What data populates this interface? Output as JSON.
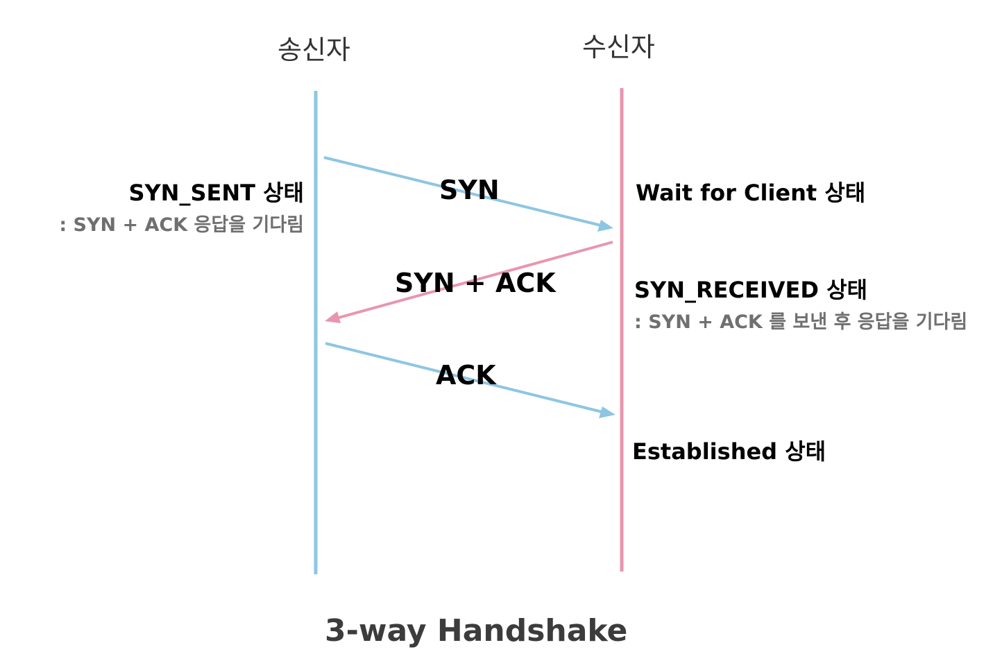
{
  "colors": {
    "sender": "#8dc6e1",
    "receiver": "#e896ae",
    "text": "#000000",
    "note": "#6f6f6f",
    "caption": "#3c3c3c"
  },
  "participants": {
    "sender": "송신자",
    "receiver": "수신자"
  },
  "messages": [
    {
      "label": "SYN",
      "direction": "sender-to-receiver"
    },
    {
      "label": "SYN + ACK",
      "direction": "receiver-to-sender"
    },
    {
      "label": "ACK",
      "direction": "sender-to-receiver"
    }
  ],
  "sender_state": {
    "title": "SYN_SENT 상태",
    "note": ": SYN + ACK 응답을 기다림"
  },
  "receiver_states": [
    {
      "title": "Wait for Client  상태",
      "note": ""
    },
    {
      "title": "SYN_RECEIVED 상태",
      "note": ": SYN + ACK 를 보낸 후 응답을 기다림"
    },
    {
      "title": "Established  상태",
      "note": ""
    }
  ],
  "caption": "3-way Handshake"
}
